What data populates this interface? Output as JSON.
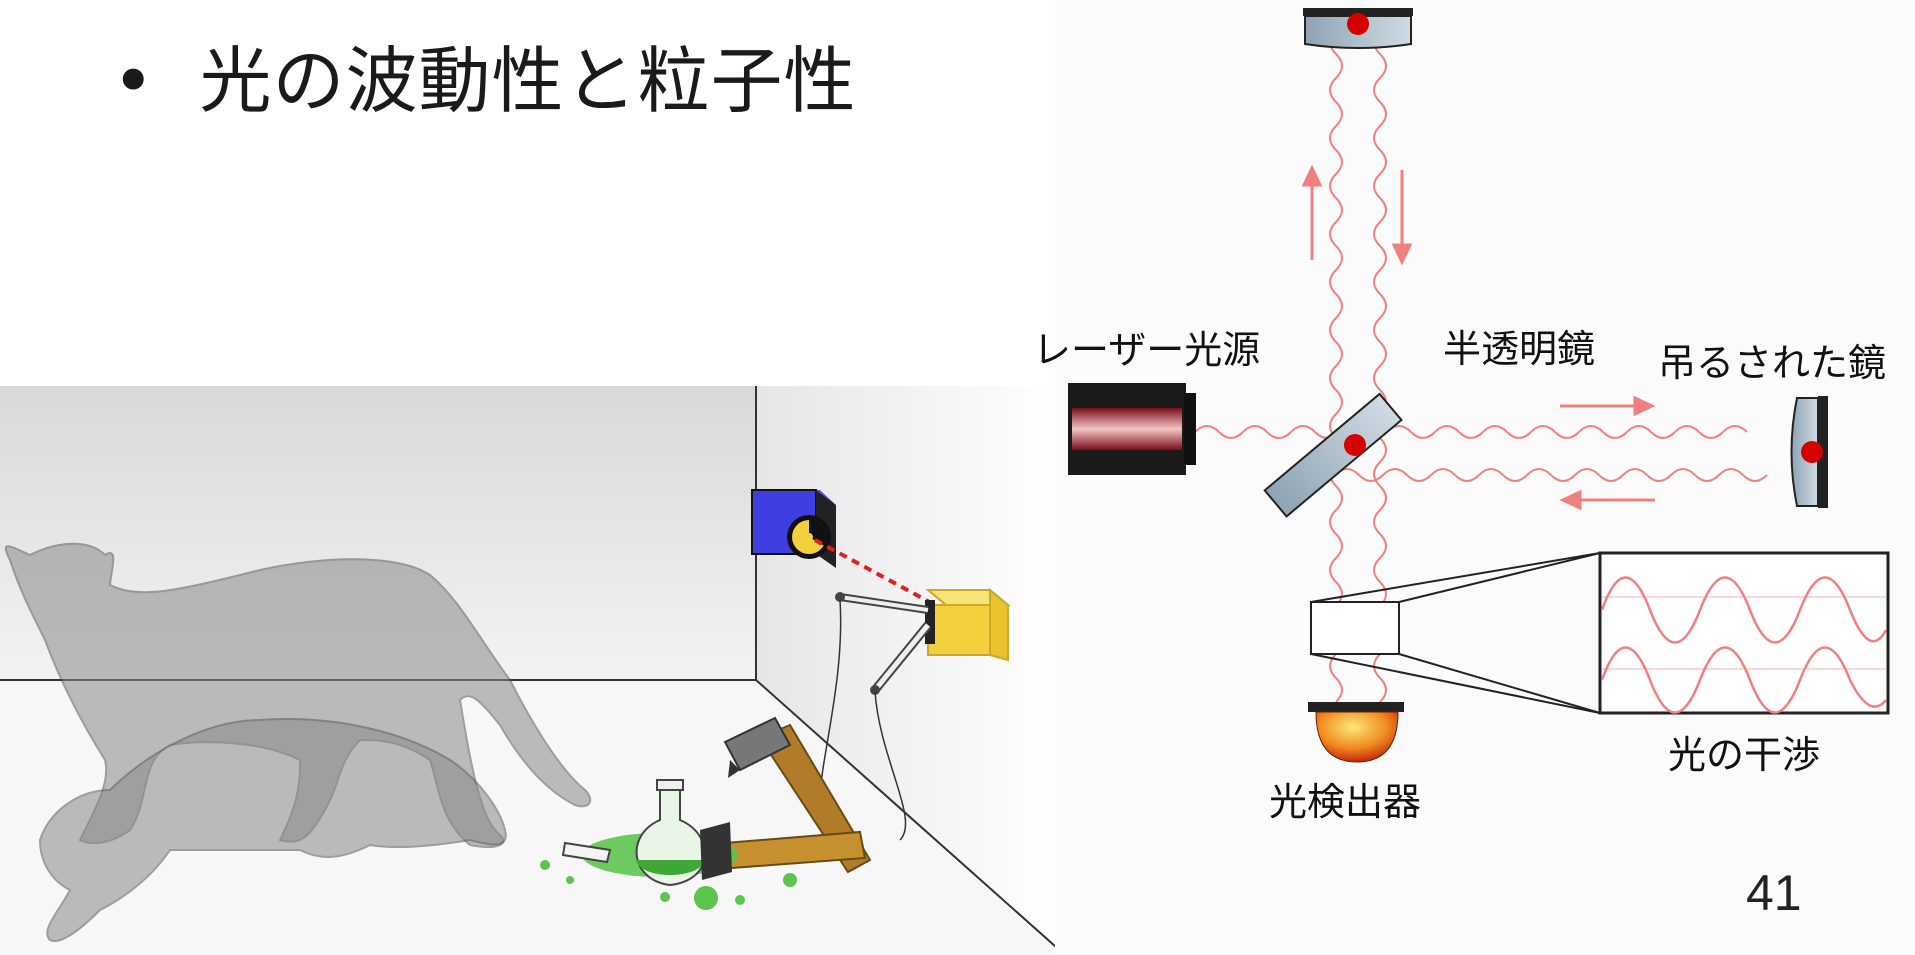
{
  "slide": {
    "bullet_mark": "•",
    "heading": "光の波動性と粒子性",
    "page_number": "41"
  },
  "interferometer": {
    "labels": {
      "laser": "レーザー光源",
      "beam_splitter": "半透明鏡",
      "hanging_mirror": "吊るされた鏡",
      "detector": "光検出器",
      "interference": "光の干渉"
    },
    "colors": {
      "beam": "#f08080",
      "spot": "#d40000",
      "mirror": "#8fa3b3"
    }
  },
  "cat_illustration": {
    "colors": {
      "cat": "#9a9a9a",
      "poison": "#5cc44f",
      "detector_box": "#f4d03f",
      "source_box": "#3f3fe0"
    }
  }
}
